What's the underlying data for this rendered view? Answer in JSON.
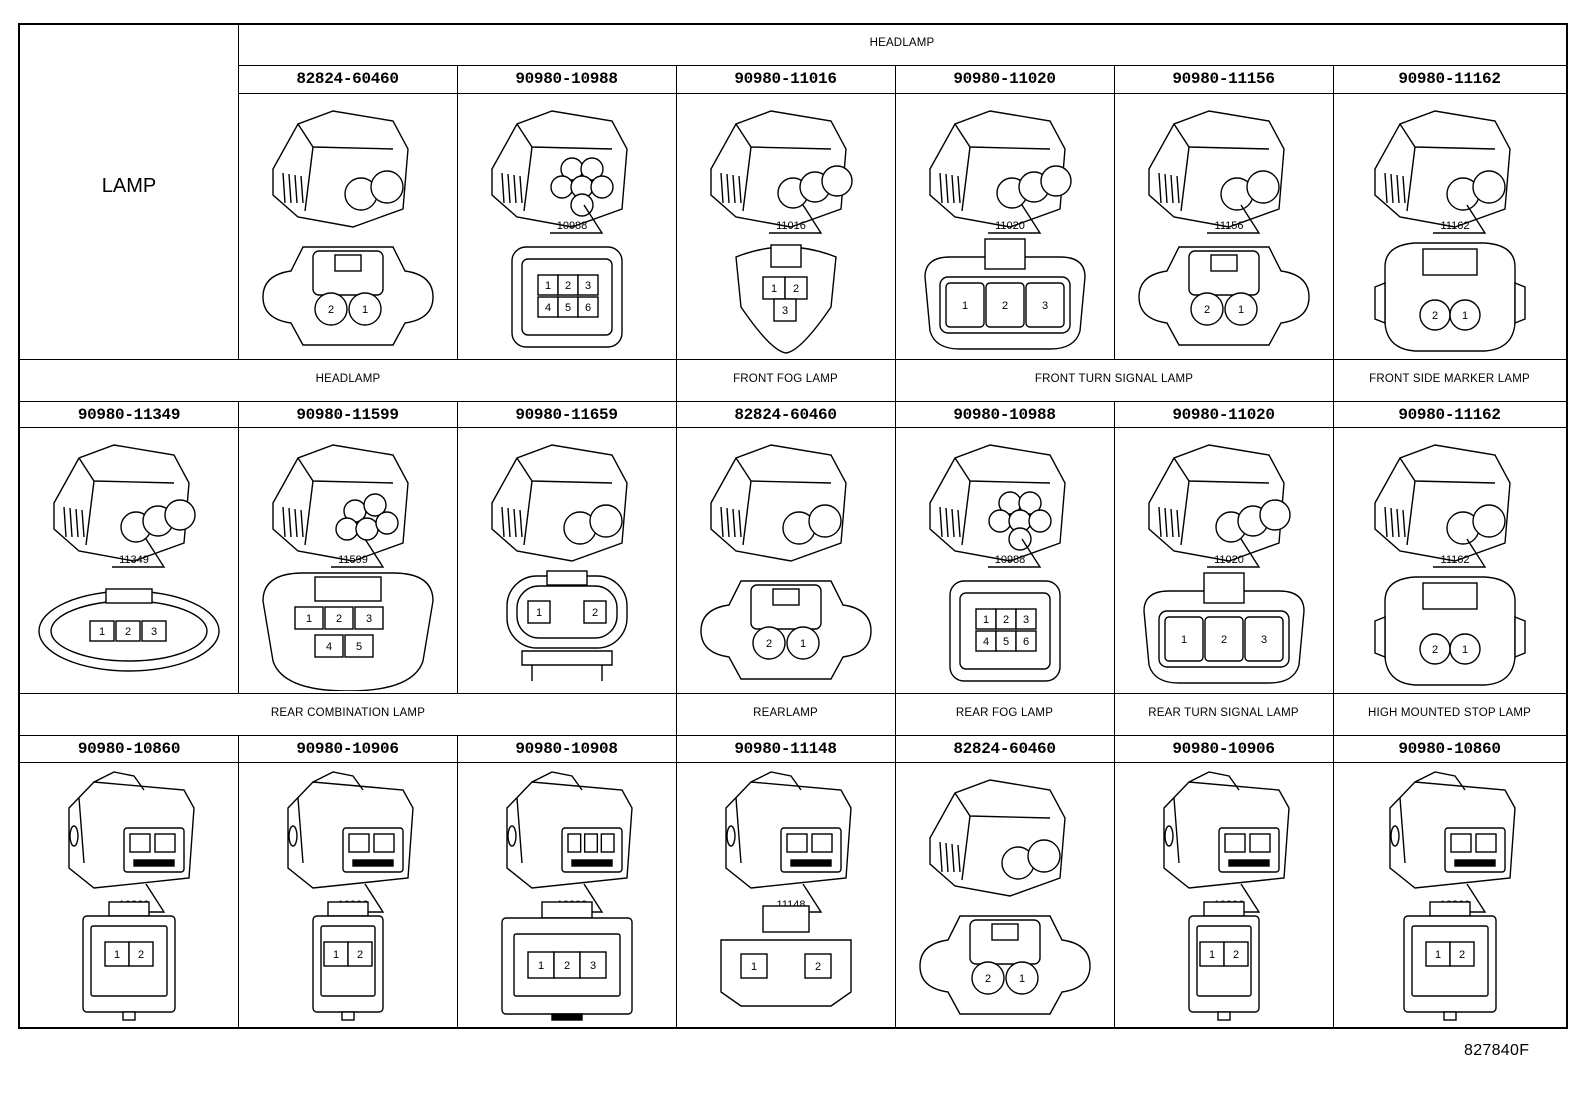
{
  "diagram": {
    "lamp_label": "LAMP",
    "figure_code": "827840F",
    "rows": [
      {
        "groups": [
          {
            "label": "HEADLAMP",
            "span": [
              1,
              6
            ]
          }
        ],
        "cells": [
          {
            "part": "82824-60460",
            "type": "round2",
            "callout": "",
            "face": [
              "2",
              "1"
            ]
          },
          {
            "part": "90980-10988",
            "type": "hex6",
            "callout": "10988",
            "face": [
              "1",
              "2",
              "3",
              "4",
              "5",
              "6"
            ]
          },
          {
            "part": "90980-11016",
            "type": "tri3",
            "callout": "11016",
            "face": [
              "1",
              "2",
              "3"
            ]
          },
          {
            "part": "90980-11020",
            "type": "wide3",
            "callout": "11020",
            "face": [
              "1",
              "2",
              "3"
            ]
          },
          {
            "part": "90980-11156",
            "type": "round2b",
            "callout": "11156",
            "face": [
              "2",
              "1"
            ]
          },
          {
            "part": "90980-11162",
            "type": "side2",
            "callout": "11162",
            "face": [
              "2",
              "1"
            ]
          }
        ]
      },
      {
        "groups": [
          {
            "label": "HEADLAMP",
            "span": [
              0,
              2
            ]
          },
          {
            "label": "FRONT FOG LAMP",
            "span": [
              3,
              3
            ]
          },
          {
            "label": "FRONT TURN SIGNAL LAMP",
            "span": [
              4,
              5
            ]
          },
          {
            "label": "FRONT SIDE MARKER LAMP",
            "span": [
              6,
              6
            ]
          }
        ],
        "cells": [
          {
            "part": "90980-11349",
            "type": "oval3",
            "callout": "11349",
            "face": [
              "1",
              "2",
              "3"
            ]
          },
          {
            "part": "90980-11599",
            "type": "big5",
            "callout": "11599",
            "face": [
              "1",
              "2",
              "3",
              "4",
              "5"
            ]
          },
          {
            "part": "90980-11659",
            "type": "clip2",
            "callout": "",
            "face": [
              "1",
              "2"
            ]
          },
          {
            "part": "82824-60460",
            "type": "round2",
            "callout": "",
            "face": [
              "2",
              "1"
            ]
          },
          {
            "part": "90980-10988",
            "type": "hex6",
            "callout": "10988",
            "face": [
              "1",
              "2",
              "3",
              "4",
              "5",
              "6"
            ]
          },
          {
            "part": "90980-11020",
            "type": "wide3",
            "callout": "11020",
            "face": [
              "1",
              "2",
              "3"
            ]
          },
          {
            "part": "90980-11162",
            "type": "side2",
            "callout": "11162",
            "face": [
              "2",
              "1"
            ]
          }
        ]
      },
      {
        "groups": [
          {
            "label": "REAR COMBINATION LAMP",
            "span": [
              0,
              2
            ]
          },
          {
            "label": "REARLAMP",
            "span": [
              3,
              3
            ]
          },
          {
            "label": "REAR FOG LAMP",
            "span": [
              4,
              4
            ]
          },
          {
            "label": "REAR TURN SIGNAL LAMP",
            "span": [
              5,
              5
            ]
          },
          {
            "label": "HIGH MOUNTED STOP LAMP",
            "span": [
              6,
              6
            ]
          }
        ],
        "cells": [
          {
            "part": "90980-10860",
            "type": "rect2",
            "callout": "10860",
            "face": [
              "1",
              "2"
            ]
          },
          {
            "part": "90980-10906",
            "type": "rect2s",
            "callout": "10906",
            "face": [
              "1",
              "2"
            ]
          },
          {
            "part": "90980-10908",
            "type": "rect3",
            "callout": "10908",
            "face": [
              "1",
              "2",
              "3"
            ]
          },
          {
            "part": "90980-11148",
            "type": "flat2",
            "callout": "11148",
            "face": [
              "1",
              "2"
            ]
          },
          {
            "part": "82824-60460",
            "type": "round2",
            "callout": "",
            "face": [
              "2",
              "1"
            ]
          },
          {
            "part": "90980-10906",
            "type": "rect2s",
            "callout": "10906",
            "face": [
              "1",
              "2"
            ]
          },
          {
            "part": "90980-10860",
            "type": "rect2",
            "callout": "10860",
            "face": [
              "1",
              "2"
            ]
          }
        ]
      }
    ]
  }
}
